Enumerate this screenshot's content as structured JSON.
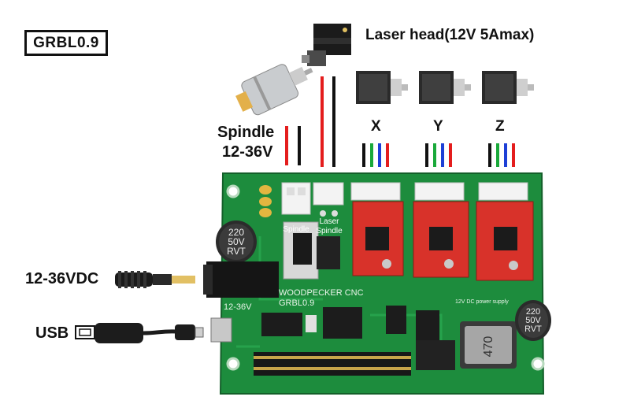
{
  "title": "GRBL0.9",
  "labels": {
    "laser_head": "Laser head(12V 5Amax)",
    "spindle": "Spindle",
    "spindle_voltage": "12-36V",
    "axis_x": "X",
    "axis_y": "Y",
    "axis_z": "Z",
    "power_input": "12-36VDC",
    "usb": "USB"
  },
  "board": {
    "connector_spindle": "Spindle",
    "connector_laser": "Laser",
    "connector_laser2": "Spindle",
    "brand": "WOODPECKER CNC",
    "model": "GRBL0.9",
    "voltage_mark": "12-36V",
    "power_supply_note": "12V DC power supply",
    "cap_left_lines": [
      "220",
      "50V",
      "RVT"
    ],
    "cap_right_lines": [
      "220",
      "50V",
      "RVT"
    ],
    "inductor_value": "470"
  },
  "wire_colors": {
    "red": "#e41d1d",
    "black": "#111111",
    "green": "#1aa93a",
    "blue": "#1d3fd6",
    "pcb": "#1b8a3c",
    "driver": "#d8322a"
  }
}
